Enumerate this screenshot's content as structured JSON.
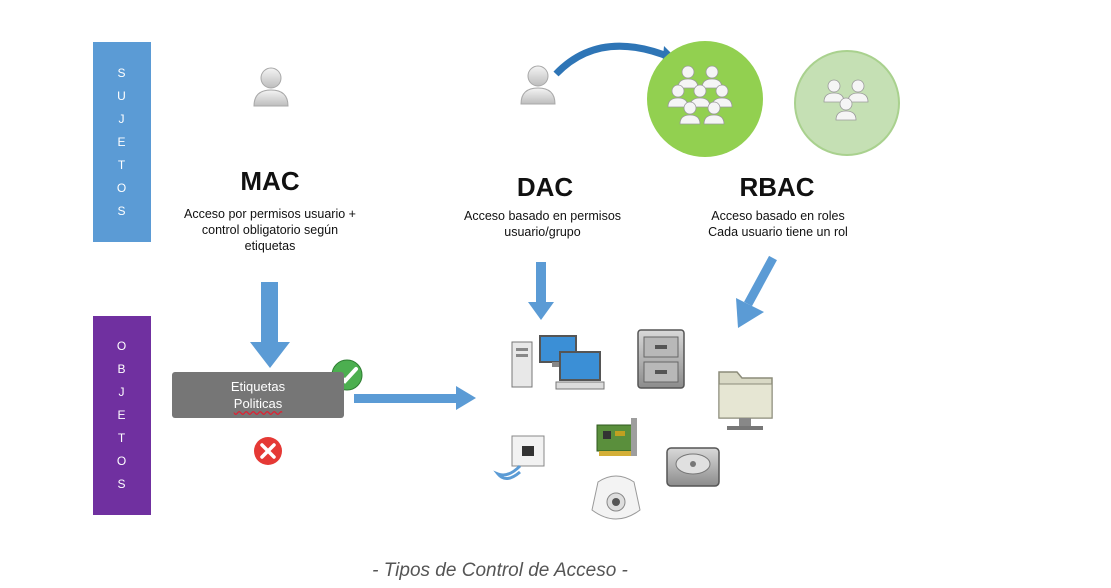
{
  "sujetos_letters": [
    "S",
    "U",
    "J",
    "E",
    "T",
    "O",
    "S"
  ],
  "objetos_letters": [
    "O",
    "B",
    "J",
    "E",
    "T",
    "O",
    "S"
  ],
  "mac": {
    "title": "MAC",
    "desc_lines": [
      "Acceso por permisos usuario +",
      "control obligatorio según",
      "etiquetas"
    ]
  },
  "dac": {
    "title": "DAC",
    "desc_lines": [
      "Acceso basado en permisos",
      "usuario/grupo"
    ]
  },
  "rbac": {
    "title": "RBAC",
    "desc_lines": [
      "Acceso basado en roles",
      "Cada usuario tiene un rol"
    ]
  },
  "etiquetas_box": {
    "line1": "Etiquetas",
    "line2": "Politicas"
  },
  "caption": "- Tipos de Control de Acceso -",
  "colors": {
    "sujetos_bar": "#5b9bd5",
    "objetos_bar": "#7030a0",
    "arrow": "#5b9bd5",
    "green_circle": "#92d050",
    "light_green_circle": "#c5e0b4",
    "check": "#4caf50",
    "cross": "#e53935"
  },
  "icons": [
    "user-icon",
    "group-icon",
    "server-computers-icon",
    "file-cabinet-icon",
    "folder-icon",
    "network-port-icon",
    "network-card-icon",
    "hard-drive-icon",
    "webcam-icon",
    "check-icon",
    "cross-icon"
  ]
}
